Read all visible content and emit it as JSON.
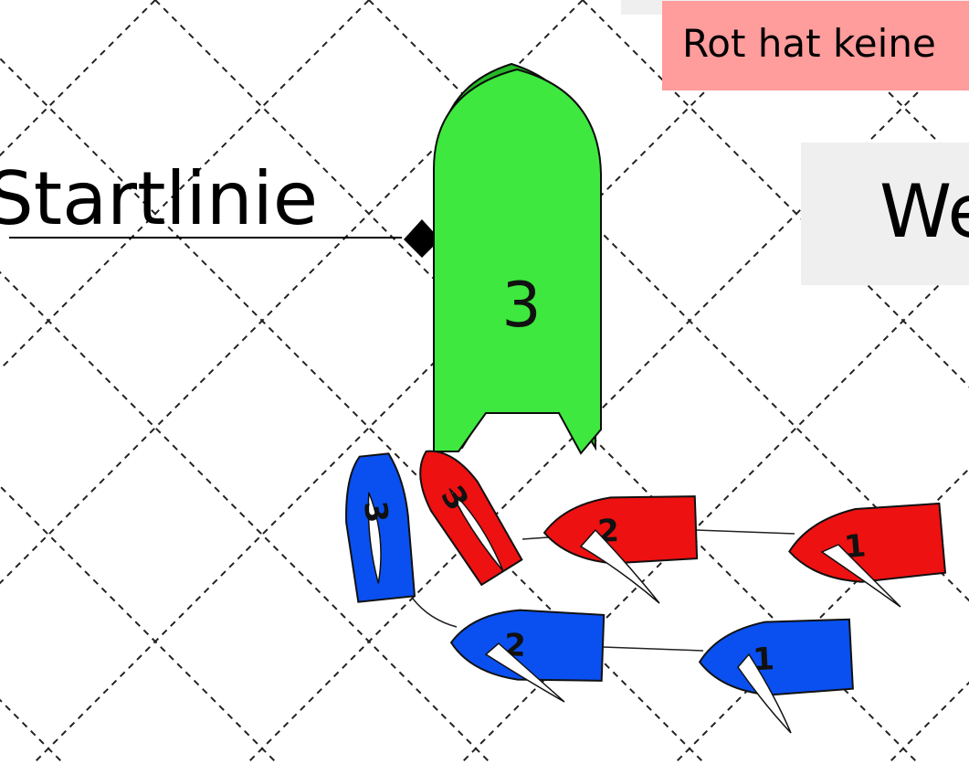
{
  "labels": {
    "startline": "Startlinie",
    "red_notice": "Rot hat keine",
    "gray_box": "We"
  },
  "boats": {
    "green": {
      "number": "3",
      "color": "#3ee83e"
    },
    "red": [
      {
        "number": "3",
        "color": "#ee1111"
      },
      {
        "number": "2",
        "color": "#ee1111"
      },
      {
        "number": "1",
        "color": "#ee1111"
      }
    ],
    "blue": [
      {
        "number": "3",
        "color": "#0a50f0"
      },
      {
        "number": "2",
        "color": "#0a50f0"
      },
      {
        "number": "1",
        "color": "#0a50f0"
      }
    ]
  },
  "colors": {
    "notice_background": "#ff9c9c",
    "panel_background": "#efefef",
    "grid": "#222222"
  }
}
